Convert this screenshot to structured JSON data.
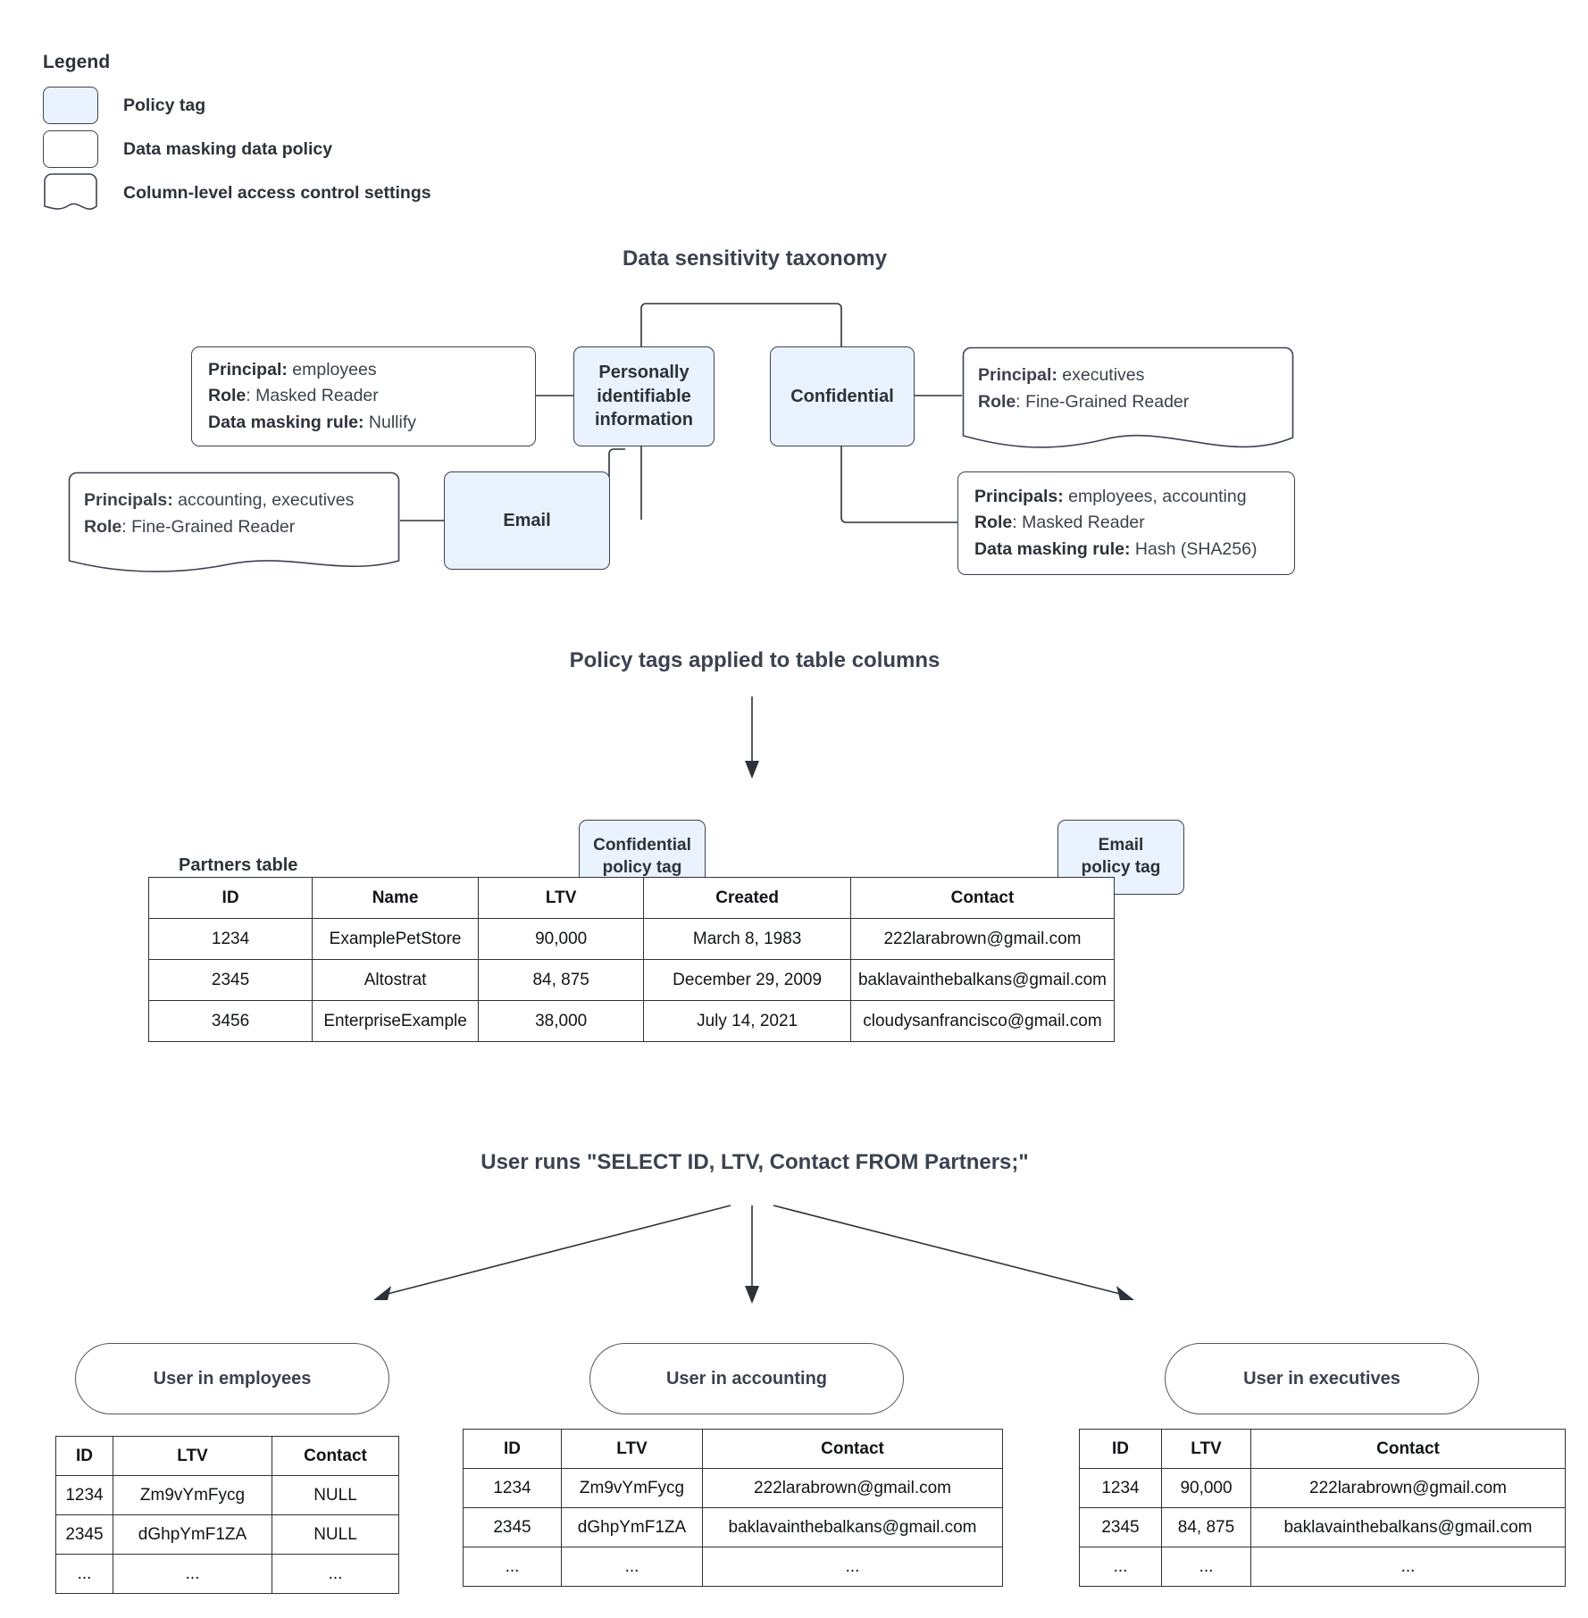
{
  "legend": {
    "title": "Legend",
    "items": [
      {
        "label": "Policy tag",
        "swatch": "policy-tag-swatch"
      },
      {
        "label": "Data masking data policy",
        "swatch": "data-masking-policy-swatch"
      },
      {
        "label": "Column-level access control settings",
        "swatch": "column-access-control-swatch"
      }
    ]
  },
  "taxonomy": {
    "title": "Data sensitivity taxonomy",
    "tags": {
      "pii": "Personally identifiable information",
      "confidential": "Confidential",
      "email": "Email"
    },
    "pii_masking_policy": {
      "l1_key": "Principal:",
      "l1_val": " employees",
      "l2_key": "Role",
      "l2_val": ": Masked Reader",
      "l3_key": "Data masking rule:",
      "l3_val": " Nullify"
    },
    "email_access_settings": {
      "l1_key": "Principals:",
      "l1_val": " accounting, executives",
      "l2_key": "Role",
      "l2_val": ": Fine-Grained Reader"
    },
    "confidential_access_settings": {
      "l1_key": "Principal:",
      "l1_val": " executives",
      "l2_key": "Role",
      "l2_val": ": Fine-Grained Reader"
    },
    "confidential_masking_policy": {
      "l1_key": "Principals:",
      "l1_val": " employees, accounting",
      "l2_key": "Role",
      "l2_val": ": Masked Reader",
      "l3_key": "Data masking rule:",
      "l3_val": " Hash (SHA256)"
    }
  },
  "applied": {
    "title": "Policy tags applied to table columns",
    "table_caption": "Partners table",
    "chips": [
      {
        "line1": "Confidential",
        "line2": "policy tag"
      },
      {
        "line1": "Email",
        "line2": "policy tag"
      }
    ]
  },
  "partners_table": {
    "columns": [
      "ID",
      "Name",
      "LTV",
      "Created",
      "Contact"
    ],
    "rows": [
      [
        "1234",
        "ExamplePetStore",
        "90,000",
        "March 8, 1983",
        "222larabrown@gmail.com"
      ],
      [
        "2345",
        "Altostrat",
        "84, 875",
        "December 29, 2009",
        "baklavainthebalkans@gmail.com"
      ],
      [
        "3456",
        "EnterpriseExample",
        "38,000",
        "July 14, 2021",
        "cloudysanfrancisco@gmail.com"
      ]
    ]
  },
  "query": {
    "title": "User runs \"SELECT ID, LTV, Contact FROM Partners;\""
  },
  "results": [
    {
      "label": "User in employees",
      "columns": [
        "ID",
        "LTV",
        "Contact"
      ],
      "rows": [
        [
          "1234",
          "Zm9vYmFycg",
          "NULL"
        ],
        [
          "2345",
          "dGhpYmF1ZA",
          "NULL"
        ],
        [
          "...",
          "...",
          "..."
        ]
      ]
    },
    {
      "label": "User in accounting",
      "columns": [
        "ID",
        "LTV",
        "Contact"
      ],
      "rows": [
        [
          "1234",
          "Zm9vYmFycg",
          "222larabrown@gmail.com"
        ],
        [
          "2345",
          "dGhpYmF1ZA",
          "baklavainthebalkans@gmail.com"
        ],
        [
          "...",
          "...",
          "..."
        ]
      ]
    },
    {
      "label": "User in executives",
      "columns": [
        "ID",
        "LTV",
        "Contact"
      ],
      "rows": [
        [
          "1234",
          "90,000",
          "222larabrown@gmail.com"
        ],
        [
          "2345",
          "84, 875",
          "baklavainthebalkans@gmail.com"
        ],
        [
          "...",
          "...",
          "..."
        ]
      ]
    }
  ],
  "colors": {
    "tag_fill": "#e9f2fd",
    "stroke": "#3c4350",
    "text": "#2c3239"
  }
}
